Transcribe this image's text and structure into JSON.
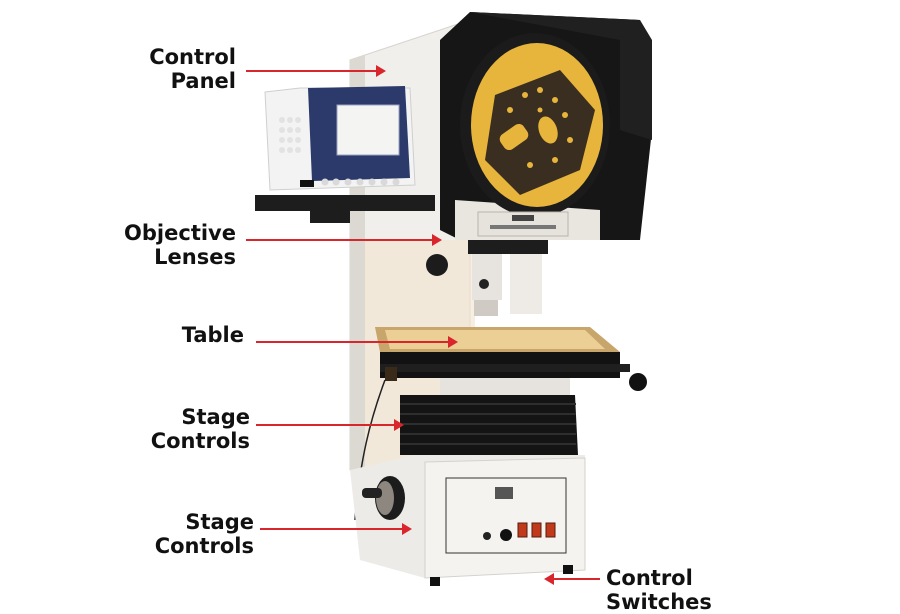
{
  "diagram": {
    "subject": "Profile Projector",
    "colors": {
      "arrow": "#d9262c",
      "text": "#111111",
      "screen": "#e8b53c",
      "body": "#ece9e4",
      "black": "#1a1a1a"
    },
    "labels": [
      {
        "id": "control-panel",
        "line1": "Control",
        "line2": "Panel"
      },
      {
        "id": "objective-lenses",
        "line1": "Objective",
        "line2": "Lenses"
      },
      {
        "id": "table",
        "line1": "Table",
        "line2": ""
      },
      {
        "id": "stage-controls-upper",
        "line1": "Stage",
        "line2": "Controls"
      },
      {
        "id": "stage-controls-lower",
        "line1": "Stage",
        "line2": "Controls"
      },
      {
        "id": "control-switches",
        "line1": "Control Switches",
        "line2": ""
      }
    ]
  }
}
